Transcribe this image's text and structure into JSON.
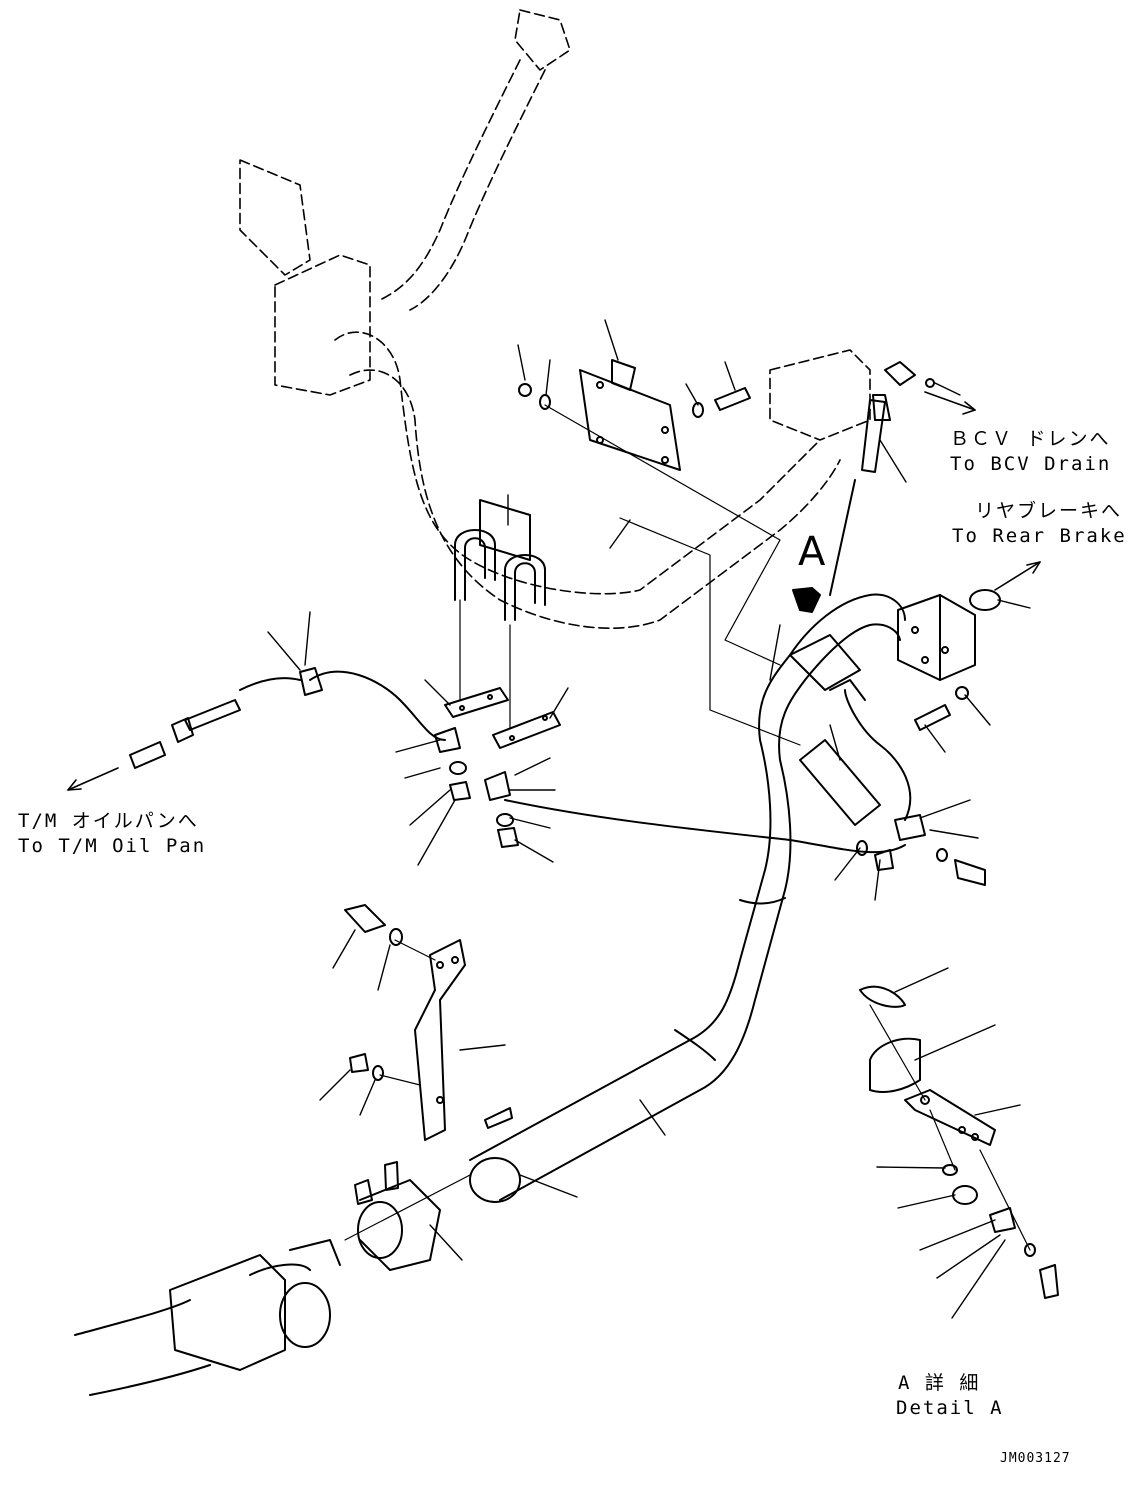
{
  "labels": {
    "bcv_drain_jp": "ＢＣＶ ドレンへ",
    "bcv_drain_en": "To BCV Drain",
    "rear_brake_jp": "リヤブレーキへ",
    "rear_brake_en": "To Rear Brake",
    "tm_oil_pan_jp": "T/M オイルパンへ",
    "tm_oil_pan_en": "To T/M Oil Pan",
    "view_marker": "A",
    "detail_jp": "A 詳 細",
    "detail_en": "Detail A",
    "drawing_code": "JM003127"
  }
}
